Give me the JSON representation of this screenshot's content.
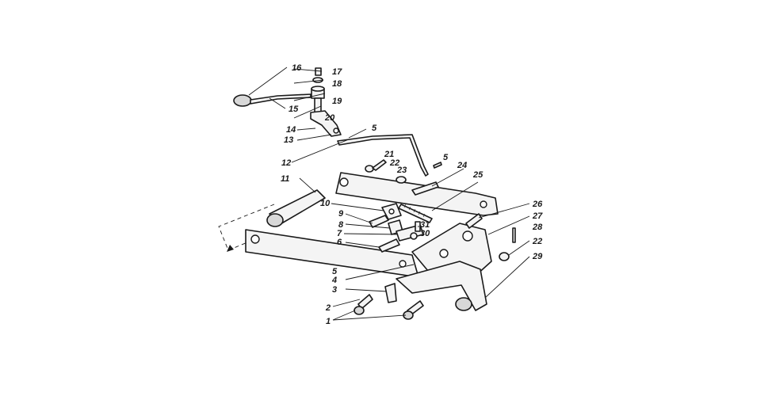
{
  "diagram": {
    "callouts": {
      "c16": "16",
      "c17": "17",
      "c18": "18",
      "c19": "19",
      "c20": "20",
      "c15": "15",
      "c14": "14",
      "c13": "13",
      "c12": "12",
      "c5a": "5",
      "c5b": "5",
      "c5c": "5",
      "c21": "21",
      "c22a": "22",
      "c22b": "22",
      "c23": "23",
      "c24": "24",
      "c25": "25",
      "c11": "11",
      "c10": "10",
      "c9": "9",
      "c8": "8",
      "c7": "7",
      "c6": "6",
      "c31": "31",
      "c30": "30",
      "c26": "26",
      "c27": "27",
      "c28": "28",
      "c29": "29",
      "c4": "4",
      "c3": "3",
      "c2": "2",
      "c1": "1"
    }
  }
}
